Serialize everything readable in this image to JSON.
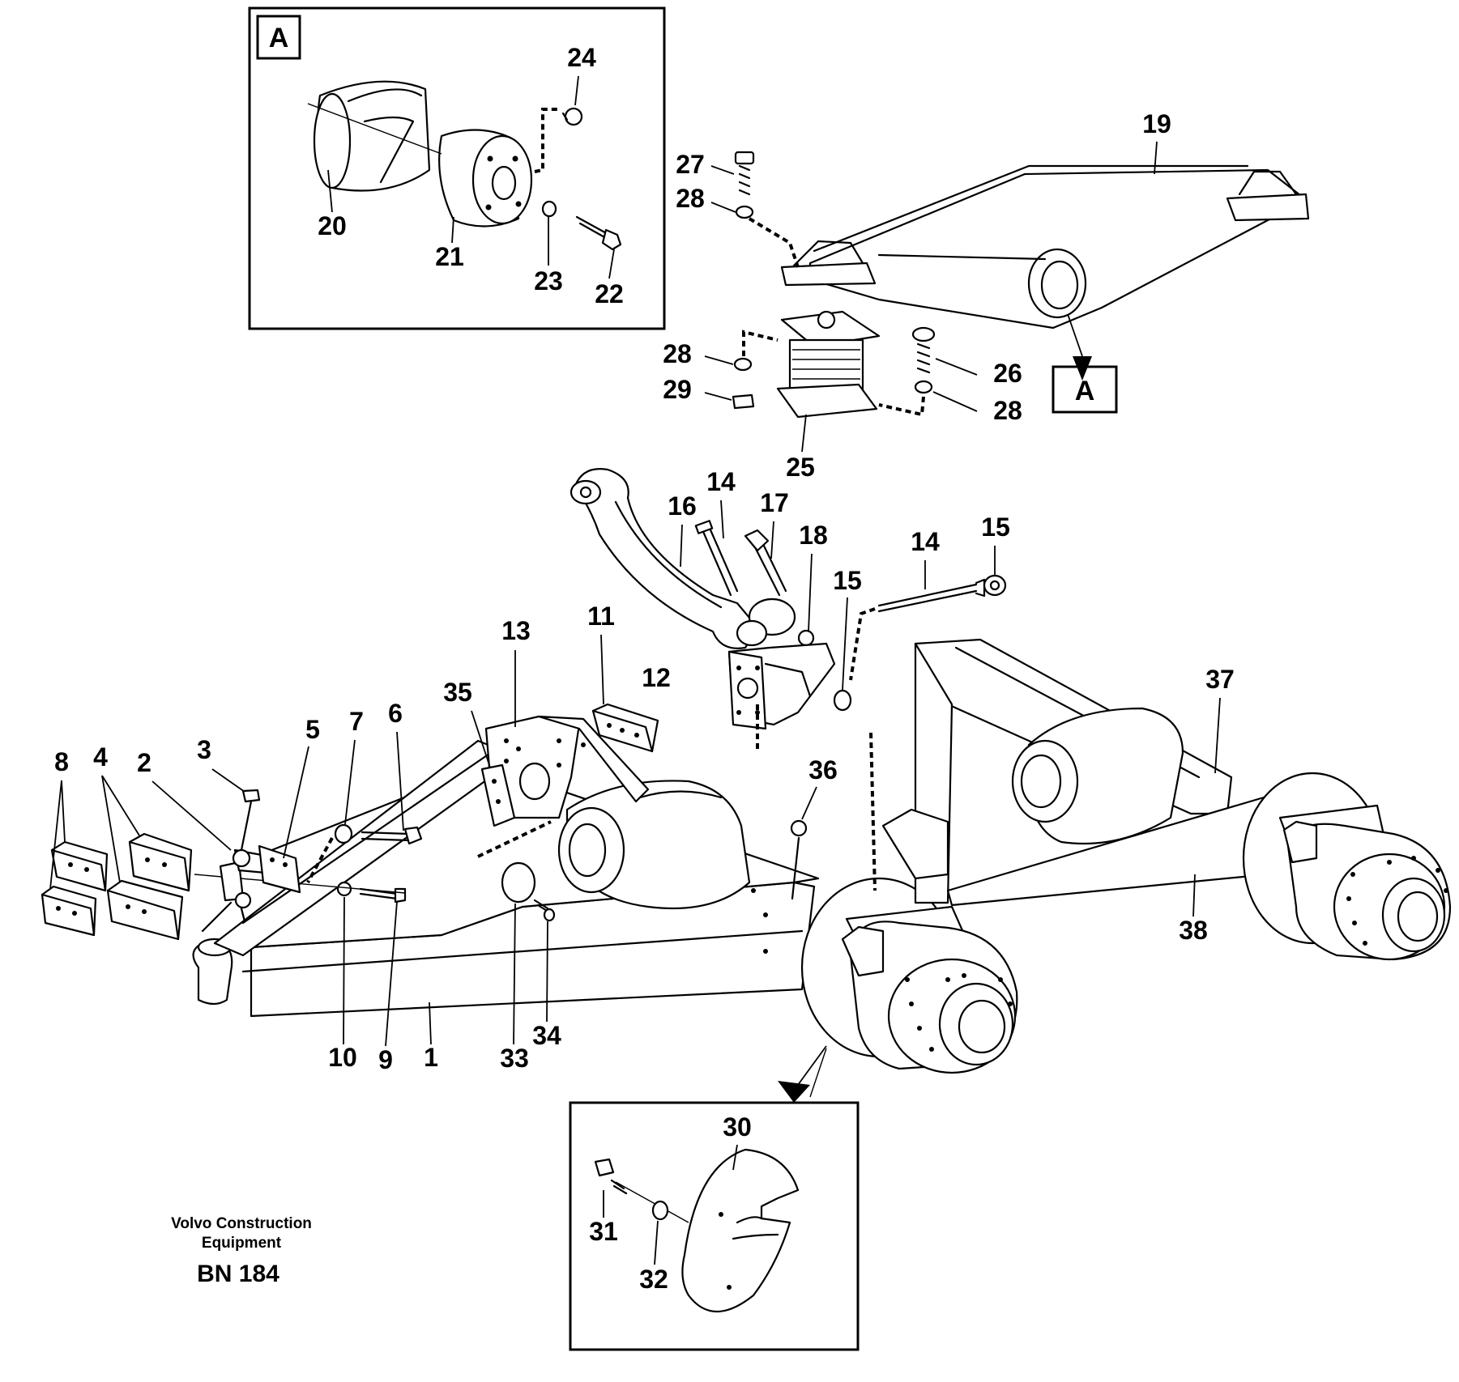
{
  "detail_a": {
    "letter": "A",
    "pointer_letter": "A"
  },
  "labels": {
    "p1": "1",
    "p2": "2",
    "p3": "3",
    "p4": "4",
    "p5": "5",
    "p6": "6",
    "p7": "7",
    "p8": "8",
    "p9": "9",
    "p10": "10",
    "p11": "11",
    "p12": "12",
    "p13": "13",
    "p14a": "14",
    "p14b": "14",
    "p15a": "15",
    "p15b": "15",
    "p16": "16",
    "p17": "17",
    "p18": "18",
    "p19": "19",
    "p20": "20",
    "p21": "21",
    "p22": "22",
    "p23": "23",
    "p24": "24",
    "p25": "25",
    "p26": "26",
    "p27": "27",
    "p28a": "28",
    "p28b": "28",
    "p28c": "28",
    "p29": "29",
    "p30": "30",
    "p31": "31",
    "p32": "32",
    "p33": "33",
    "p34": "34",
    "p35": "35",
    "p36": "36",
    "p37": "37",
    "p38": "38"
  },
  "footer": {
    "maker_line1": "Volvo Construction",
    "maker_line2": "Equipment",
    "code": "BN 184"
  }
}
